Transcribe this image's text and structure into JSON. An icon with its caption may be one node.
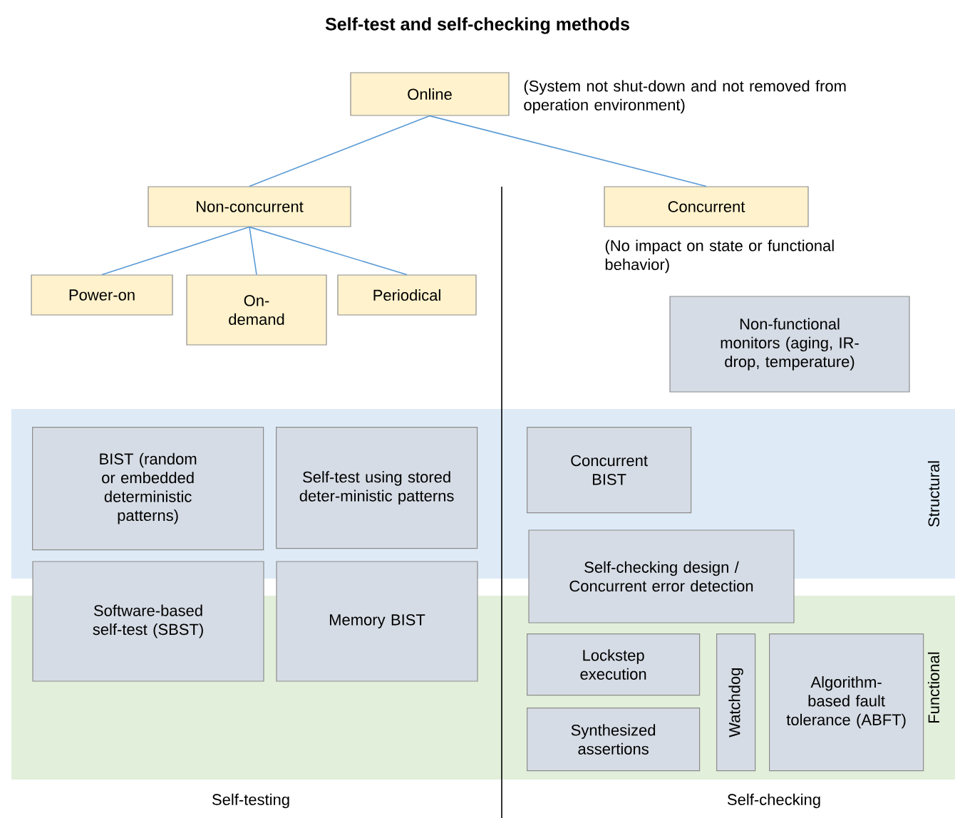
{
  "diagram": {
    "title": "Self-test and self-checking methods",
    "nodes": [
      {
        "text": [
          "Online"
        ],
        "beside": [
          "(System not shut-down and not removed from operation environment)"
        ]
      },
      {
        "text": [
          "Non-concurrent"
        ]
      },
      {
        "text": [
          "Concurrent"
        ],
        "beside": [
          "(No impact on state or functional behavior)"
        ]
      },
      {
        "text": [
          "Power-on"
        ]
      },
      {
        "text": [
          "On-demand"
        ]
      },
      {
        "text": [
          "Periodical"
        ]
      },
      {
        "text": [
          "Non-functional monitors (aging, IR-drop, temperature)"
        ]
      },
      {
        "text": [
          "Structural"
        ]
      },
      {
        "text": [
          "Functional"
        ]
      },
      {
        "text": [
          "BIST (random or embedded deterministic patterns)"
        ],
        "in": 7
      },
      {
        "text": [
          "Self-test using stored deter-ministic patterns"
        ],
        "in": 7
      },
      {
        "text": [
          "Concurrent BIST"
        ],
        "in": 7
      },
      {
        "text": [
          "Self-checking design / Concurrent error detection"
        ]
      },
      {
        "text": [
          "Software-based self-test (SBST)"
        ]
      },
      {
        "text": [
          "Memory BIST"
        ]
      },
      {
        "text": [
          "Lockstep execution"
        ],
        "in": 8
      },
      {
        "text": [
          "Synthesized assertions"
        ],
        "in": 8
      },
      {
        "text": [
          "Watchdog"
        ],
        "in": 8
      },
      {
        "text": [
          "Algorithm-based fault tolerance (ABFT)"
        ],
        "in": 8
      }
    ],
    "edges": [
      {
        "from": 0,
        "to": 1,
        "arrow": "none"
      },
      {
        "from": 0,
        "to": 2,
        "arrow": "none"
      },
      {
        "from": 1,
        "to": 3,
        "arrow": "none"
      },
      {
        "from": 1,
        "to": 4,
        "arrow": "none"
      },
      {
        "from": 1,
        "to": 5,
        "arrow": "none"
      }
    ],
    "labels": [
      "Self-testing",
      "Self-checking"
    ]
  }
}
